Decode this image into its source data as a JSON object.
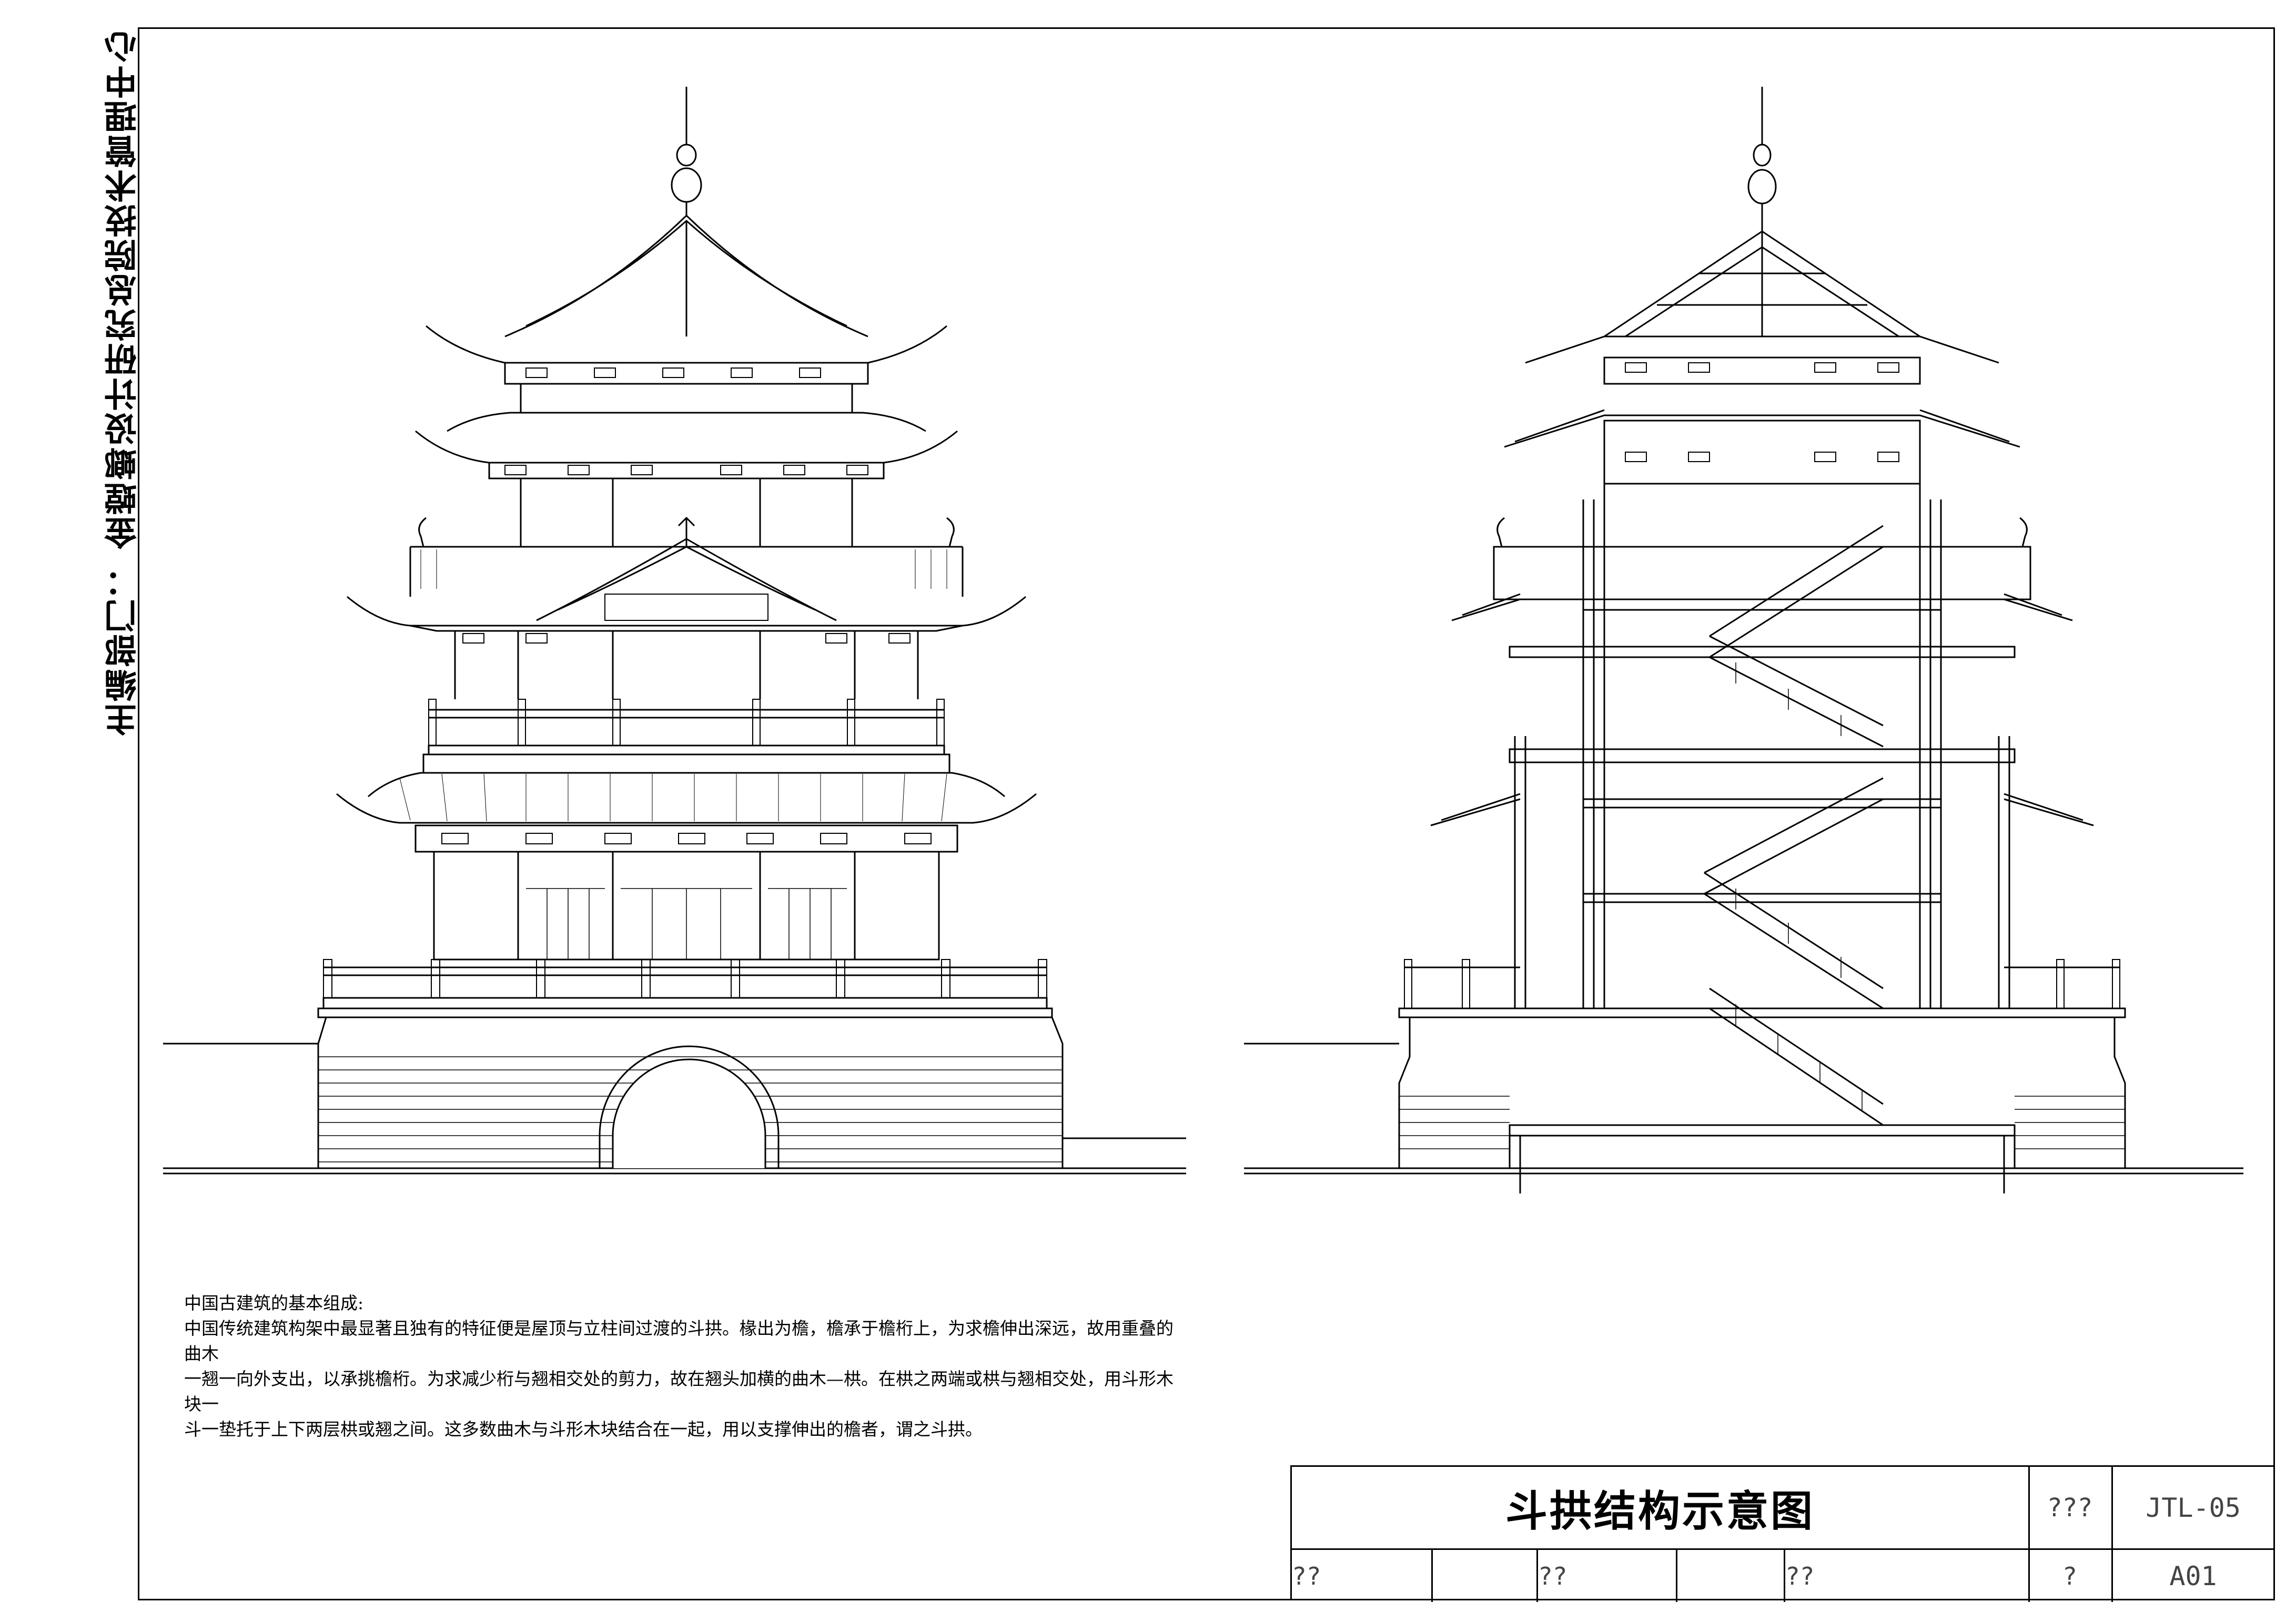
{
  "department_label": "主编部门： 金螳螂设计研究总院技术管理中心",
  "notes": {
    "heading": "中国古建筑的基本组成:",
    "lines": [
      "中国传统建筑构架中最显著且独有的特征便是屋顶与立柱间过渡的斗拱。椽出为檐，檐承于檐桁上，为求檐伸出深远，故用重叠的曲木",
      "一翘一向外支出，以承挑檐桁。为求减少桁与翘相交处的剪力，故在翘头加横的曲木—栱。在栱之两端或栱与翘相交处，用斗形木块一",
      "斗一垫托于上下两层栱或翘之间。这多数曲木与斗形木块结合在一起，用以支撑伸出的檐者，谓之斗拱。"
    ]
  },
  "title_block": {
    "drawing_title": "斗拱结构示意图",
    "label_top_right": "???",
    "drawing_number": "JTL-05",
    "bottom_labels": [
      "??",
      "??",
      "??"
    ],
    "label_bottom_right": "?",
    "sheet_number": "A01"
  },
  "drawings": [
    {
      "view": "elevation",
      "name": "elevation-drawing"
    },
    {
      "view": "section",
      "name": "section-drawing"
    }
  ]
}
